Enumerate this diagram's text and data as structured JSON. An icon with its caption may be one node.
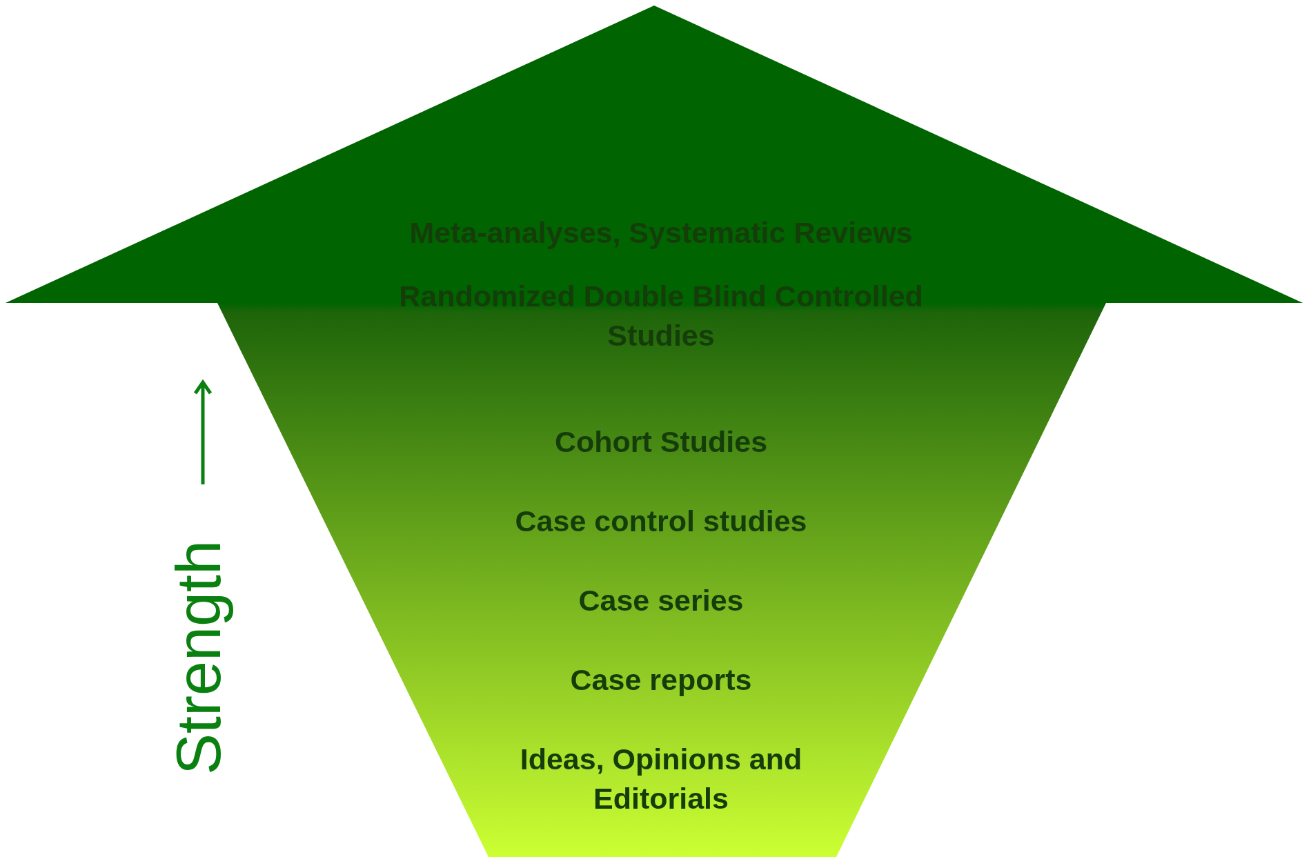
{
  "diagram": {
    "nodes": [
      {
        "text": [
          "Meta-analyses, Systematic Reviews",
          "Randomized Double Blind Controlled Studies",
          "Cohort Studies",
          "Case control studies",
          "Case series",
          "Case reports",
          "Ideas, Opinions and Editorials"
        ]
      }
    ],
    "edges": [],
    "labels": [
      "Strength"
    ]
  }
}
